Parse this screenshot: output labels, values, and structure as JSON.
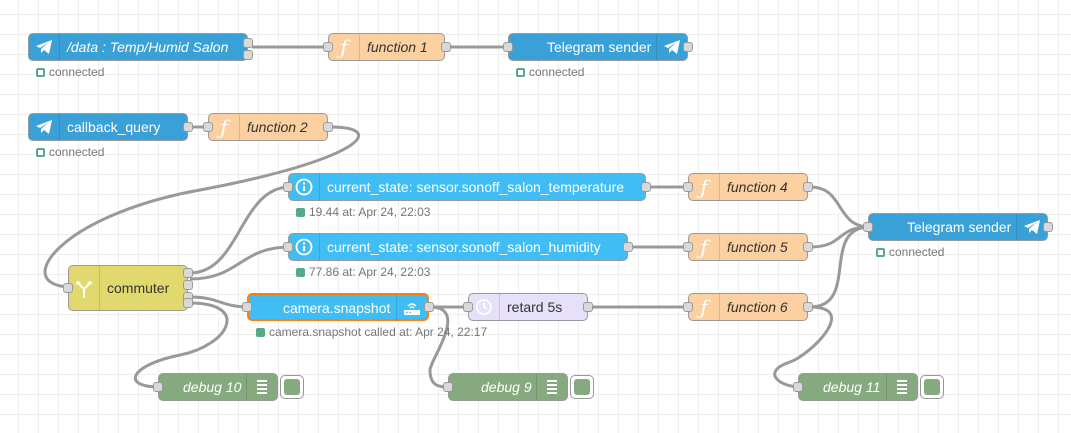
{
  "nodes": {
    "tg_receiver_data": {
      "label": "/data : Temp/Humid Salon",
      "status": "connected"
    },
    "function_1": {
      "label": "function 1"
    },
    "tg_sender_1": {
      "label": "Telegram sender",
      "status": "connected"
    },
    "tg_callback": {
      "label": "callback_query",
      "status": "connected"
    },
    "function_2": {
      "label": "function 2"
    },
    "ha_temp": {
      "label": "current_state: sensor.sonoff_salon_temperature",
      "status": "19.44 at: Apr 24, 22:03"
    },
    "ha_humid": {
      "label": "current_state: sensor.sonoff_salon_humidity",
      "status": "77.86 at: Apr 24, 22:03"
    },
    "function_4": {
      "label": "function 4"
    },
    "function_5": {
      "label": "function 5"
    },
    "tg_sender_2": {
      "label": "Telegram sender",
      "status": "connected"
    },
    "commuter": {
      "label": "commuter"
    },
    "camera": {
      "label": "camera.snapshot",
      "status": "camera.snapshot called at: Apr 24, 22:17"
    },
    "retard": {
      "label": "retard 5s"
    },
    "function_6": {
      "label": "function 6"
    },
    "debug_10": {
      "label": "debug 10"
    },
    "debug_9": {
      "label": "debug 9"
    },
    "debug_11": {
      "label": "debug 11"
    }
  },
  "icons": {
    "telegram": "telegram-plane-icon",
    "function": "function-icon",
    "info": "info-icon",
    "switch": "switch-icon",
    "delay": "timer-icon",
    "debug": "debug-list-icon",
    "camera": "router-icon"
  },
  "colors": {
    "telegram": "#3aa1d8",
    "function": "#fdd0a2",
    "home_assistant": "#41bdf5",
    "switch": "#e2d96e",
    "delay": "#e6e0f8",
    "debug": "#87a980",
    "selected": "#ff7f0e",
    "status_ok": "#55aa88"
  }
}
